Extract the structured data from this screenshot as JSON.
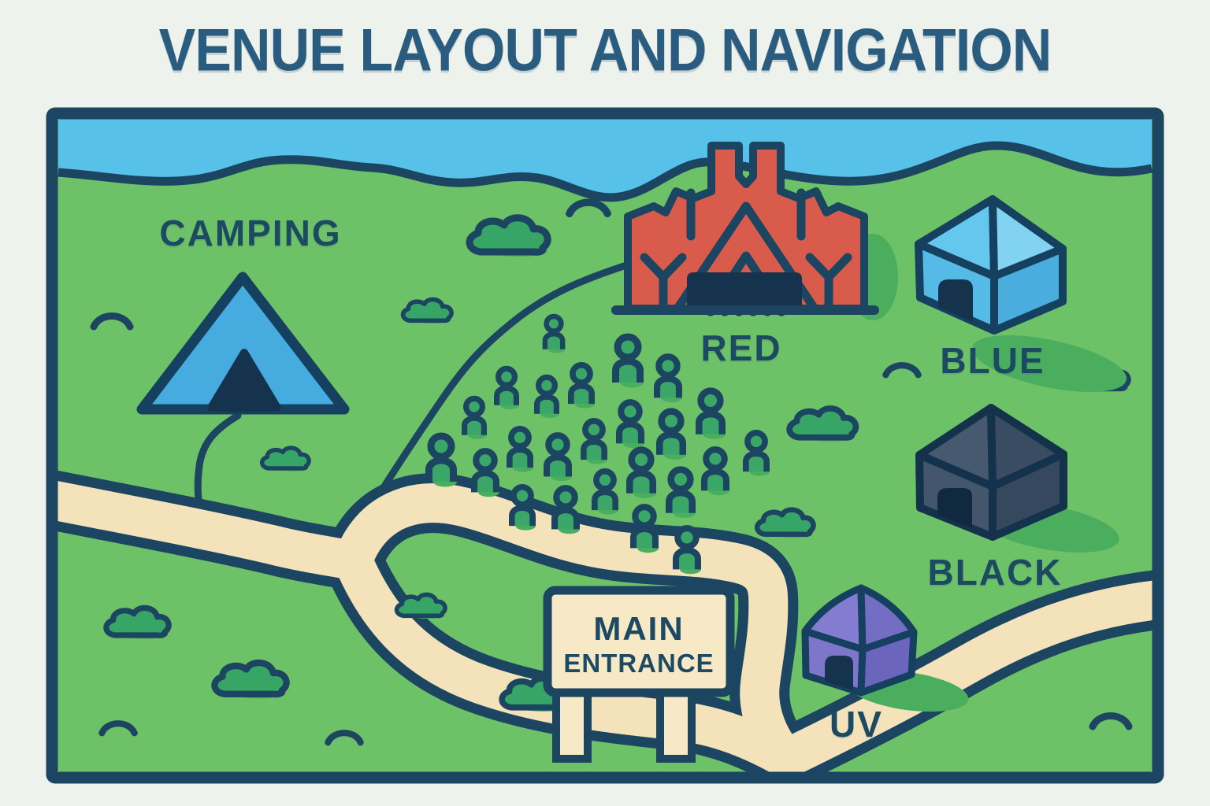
{
  "title": "VENUE LAYOUT AND NAVIGATION",
  "map": {
    "areas": [
      {
        "id": "camping",
        "label": "CAMPING",
        "feature": "tent",
        "color": "#46abdf"
      },
      {
        "id": "red",
        "label": "RED",
        "feature": "stage",
        "color": "#d85b4c"
      },
      {
        "id": "blue",
        "label": "BLUE",
        "feature": "hut",
        "color": "#66c7ee"
      },
      {
        "id": "black",
        "label": "BLACK",
        "feature": "hut",
        "color": "#3c4f65"
      },
      {
        "id": "uv",
        "label": "UV",
        "feature": "hut",
        "color": "#7d76cb"
      }
    ],
    "entrance_sign": {
      "line1": "MAIN",
      "line2": "ENTRANCE"
    },
    "crowd": {
      "count": 24,
      "positions": [
        [
          703,
          425,
          0.72
        ],
        [
          797,
          460,
          1.0
        ],
        [
          848,
          482,
          0.9
        ],
        [
          643,
          494,
          0.8
        ],
        [
          694,
          505,
          0.8
        ],
        [
          738,
          491,
          0.85
        ],
        [
          602,
          532,
          0.8
        ],
        [
          800,
          540,
          0.9
        ],
        [
          852,
          553,
          0.95
        ],
        [
          902,
          527,
          0.95
        ],
        [
          960,
          577,
          0.85
        ],
        [
          560,
          586,
          1.0
        ],
        [
          616,
          602,
          0.9
        ],
        [
          660,
          572,
          0.85
        ],
        [
          708,
          582,
          0.9
        ],
        [
          754,
          562,
          0.85
        ],
        [
          814,
          602,
          0.95
        ],
        [
          864,
          627,
          0.95
        ],
        [
          908,
          600,
          0.9
        ],
        [
          663,
          646,
          0.85
        ],
        [
          718,
          649,
          0.9
        ],
        [
          768,
          626,
          0.85
        ],
        [
          818,
          673,
          0.9
        ],
        [
          872,
          700,
          0.9
        ]
      ]
    },
    "bushes": [
      [
        650,
        305,
        1.0
      ],
      [
        545,
        398,
        0.62
      ],
      [
        1048,
        543,
        0.85
      ],
      [
        1000,
        668,
        0.72
      ],
      [
        1400,
        483,
        0.72
      ],
      [
        365,
        586,
        0.6
      ],
      [
        178,
        795,
        0.8
      ],
      [
        322,
        868,
        0.92
      ],
      [
        537,
        773,
        0.62
      ],
      [
        683,
        886,
        0.85
      ]
    ],
    "grass": [
      [
        142,
        408,
        1.0
      ],
      [
        747,
        264,
        1.05
      ],
      [
        1145,
        470,
        0.9
      ],
      [
        150,
        925,
        0.9
      ],
      [
        437,
        937,
        0.9
      ],
      [
        1410,
        916,
        1.0
      ]
    ],
    "colors": {
      "background": "#eef2ed",
      "outline_navy": "#1b4560",
      "text_navy": "#1d4a63",
      "title_blue": "#2a5c7f",
      "land_green": "#6dc167",
      "bush_green": "#37a565",
      "shadow_green": "#4bae5f",
      "water_blue": "#58c1e9",
      "path_cream": "#f3e2ba",
      "sign_cream": "#f7e9c6",
      "stage_red": "#d85b4c",
      "tent_blue": "#46abdf",
      "hut_blue": "#66c7ee",
      "hut_black": "#3c4f65",
      "hut_uv": "#7d76cb"
    }
  }
}
